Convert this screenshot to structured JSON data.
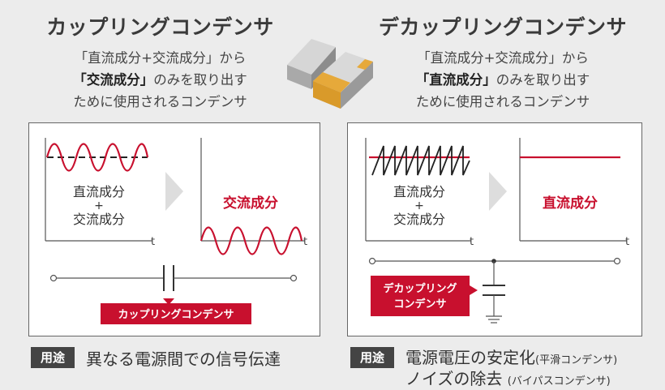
{
  "left": {
    "title": "カップリングコンデンサ",
    "desc_line1": "「直流成分+交流成分」から",
    "desc_line2_emph": "「交流成分」",
    "desc_line2_rest": "のみを取り出す",
    "desc_line3": "ために使用されるコンデンサ",
    "input_line1": "直流成分",
    "input_plus": "+",
    "input_line2": "交流成分",
    "output_label": "交流成分",
    "axis_t1": "t",
    "axis_t2": "t",
    "component_label": "カップリングコンデンサ",
    "usage_tag": "用途",
    "usage_text": "異なる電源間での信号伝達"
  },
  "right": {
    "title": "デカップリングコンデンサ",
    "desc_line1": "「直流成分+交流成分」から",
    "desc_line2_emph": "「直流成分」",
    "desc_line2_rest": "のみを取り出す",
    "desc_line3": "ために使用されるコンデンサ",
    "input_line1": "直流成分",
    "input_plus": "+",
    "input_line2": "交流成分",
    "output_label": "直流成分",
    "axis_t1": "t",
    "axis_t2": "t",
    "component_label_line1": "デカップリング",
    "component_label_line2": "コンデンサ",
    "usage_tag": "用途",
    "usage_line1": "電源電圧の安定化",
    "usage_line1_note": "(平滑コンデンサ)",
    "usage_line2": "ノイズの除去",
    "usage_line2_note": "(バイパスコンデンサ)"
  },
  "colors": {
    "accent": "#c8102e",
    "dark": "#333333",
    "background": "#ececec"
  }
}
